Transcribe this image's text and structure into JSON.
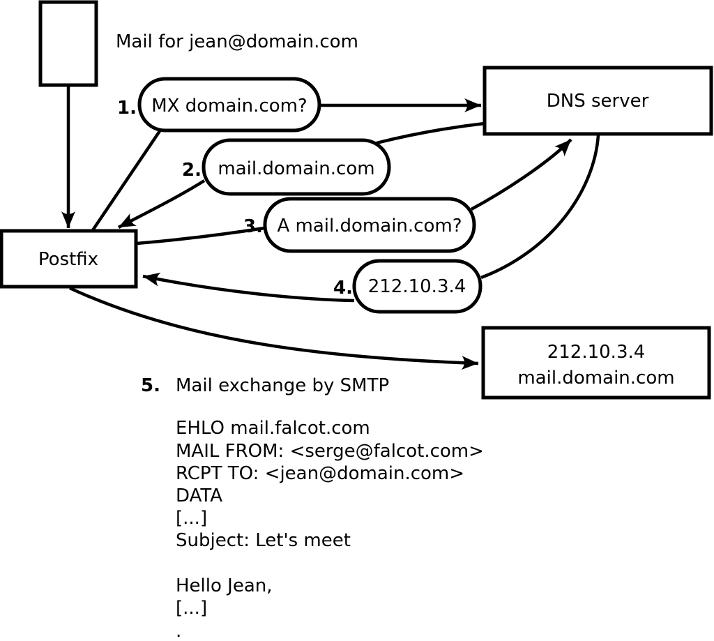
{
  "title": "Mail for jean@domain.com",
  "nodes": {
    "postfix": {
      "label": "Postfix"
    },
    "dns": {
      "label": "DNS server"
    },
    "target": {
      "ip": "212.10.3.4",
      "hostname": "mail.domain.com"
    }
  },
  "steps": [
    {
      "num": "1.",
      "label": "MX domain.com?"
    },
    {
      "num": "2.",
      "label": "mail.domain.com"
    },
    {
      "num": "3.",
      "label": "A mail.domain.com?"
    },
    {
      "num": "4.",
      "label": "212.10.3.4"
    },
    {
      "num": "5.",
      "label": "Mail exchange by SMTP"
    }
  ],
  "smtp_session": {
    "lines": [
      "EHLO mail.falcot.com",
      "MAIL FROM: <serge@falcot.com>",
      "RCPT TO: <jean@domain.com>",
      "DATA",
      "[...]",
      "Subject: Let's meet",
      "Hello Jean,",
      "[...]",
      "."
    ]
  },
  "colors": {
    "ink": "#000000",
    "background": "#ffffff"
  }
}
